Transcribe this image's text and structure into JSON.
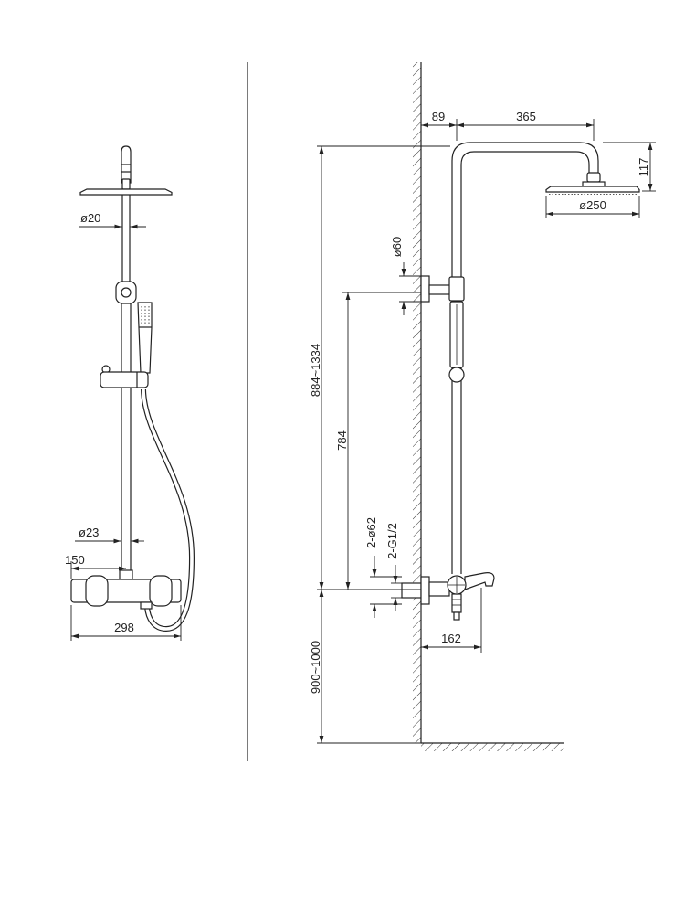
{
  "front_view": {
    "dim_riser_upper_diameter": "ø20",
    "dim_riser_lower_diameter": "ø23",
    "dim_riser_offset": "150",
    "dim_valve_width": "298"
  },
  "side_view": {
    "dim_wall_to_riser": "89",
    "dim_arm_reach": "365",
    "dim_head_drop": "117",
    "dim_head_diameter": "ø250",
    "dim_bracket_diameter": "ø60",
    "dim_overall_height": "884~1334",
    "dim_bracket_to_valve": "784",
    "dim_escutcheon_diameter": "2-ø62",
    "dim_inlet_thread": "2-G1/2",
    "dim_spout_projection": "162",
    "dim_valve_height": "900~1000"
  },
  "colors": {
    "line": "#222222",
    "background": "#ffffff"
  }
}
